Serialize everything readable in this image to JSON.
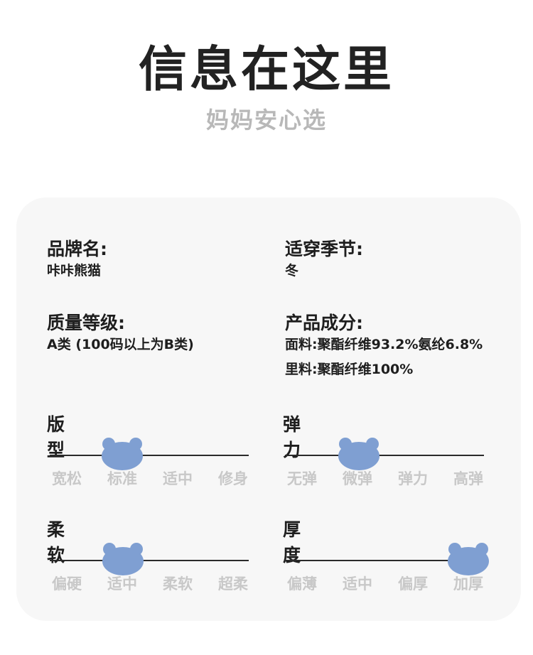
{
  "header": {
    "title": "信息在这里",
    "subtitle": "妈妈安心选"
  },
  "info": {
    "brand_label": "品牌名:",
    "brand_value": "咔咔熊猫",
    "season_label": "适穿季节:",
    "season_value": "冬",
    "grade_label": "质量等级:",
    "grade_value": "A类 (100码以上为B类)",
    "composition_label": "产品成分:",
    "fabric_value": "面料:聚酯纤维93.2%氨纶6.8%",
    "lining_value": "里料:聚酯纤维100%"
  },
  "scales": {
    "fit": {
      "title": "版型",
      "options": [
        "宽松",
        "标准",
        "适中",
        "修身"
      ],
      "selected": "标准"
    },
    "elasticity": {
      "title": "弹力",
      "options": [
        "无弹",
        "微弹",
        "弹力",
        "高弹"
      ],
      "selected": "微弹"
    },
    "softness": {
      "title": "柔软",
      "options": [
        "偏硬",
        "适中",
        "柔软",
        "超柔"
      ],
      "selected": "适中"
    },
    "thickness": {
      "title": "厚度",
      "options": [
        "偏薄",
        "适中",
        "偏厚",
        "加厚"
      ],
      "selected": "加厚"
    }
  },
  "colors": {
    "marker": "#7f9fd2",
    "label_gray": "#c8c8c8",
    "text_dark": "#1e1e1e"
  },
  "icons": {
    "marker": "bear-head-icon"
  }
}
